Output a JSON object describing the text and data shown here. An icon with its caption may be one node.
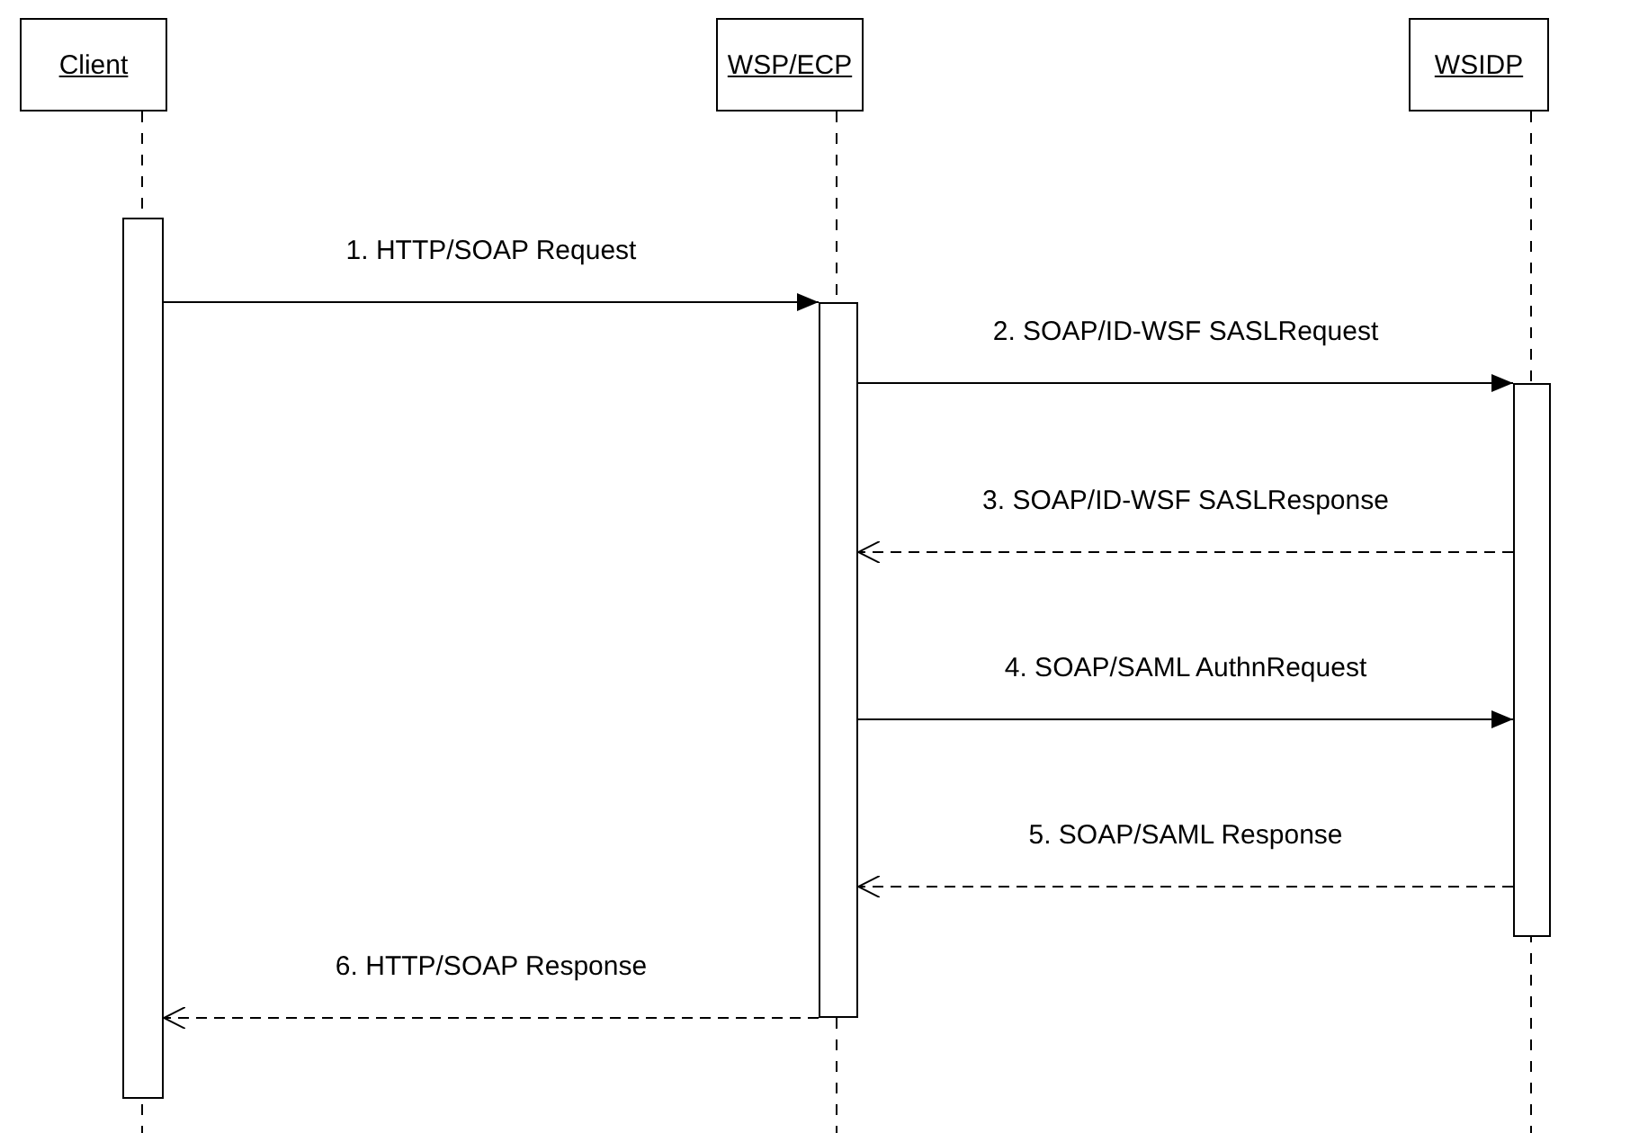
{
  "diagram": {
    "nodes": [
      {
        "text": [
          "Client"
        ]
      },
      {
        "text": [
          "WSP/ECP"
        ]
      },
      {
        "text": [
          "WSIDP"
        ]
      },
      {
        "text": [],
        "shape": "bar"
      },
      {
        "text": [],
        "shape": "bar"
      },
      {
        "text": [],
        "shape": "bar"
      }
    ],
    "edges": [
      {
        "from": 3,
        "to": 4,
        "arrow": "to",
        "label": "1. HTTP/SOAP Request"
      },
      {
        "from": 4,
        "to": 5,
        "arrow": "to",
        "label": "2. SOAP/ID-WSF SASLRequest"
      },
      {
        "from": 5,
        "to": 4,
        "arrow": "to",
        "label": "3. SOAP/ID-WSF SASLResponse",
        "style": "dashed"
      },
      {
        "from": 4,
        "to": 5,
        "arrow": "to",
        "label": "4. SOAP/SAML AuthnRequest"
      },
      {
        "from": 5,
        "to": 4,
        "arrow": "to",
        "label": "5. SOAP/SAML Response",
        "style": "dashed"
      },
      {
        "from": 4,
        "to": 3,
        "arrow": "to",
        "label": "6. HTTP/SOAP Response",
        "style": "dashed"
      }
    ]
  }
}
